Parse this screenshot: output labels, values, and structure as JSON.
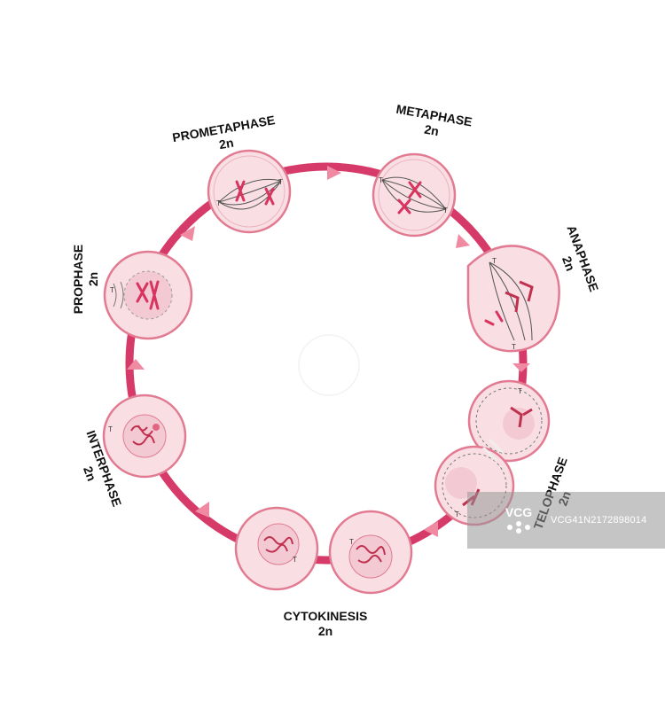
{
  "colors": {
    "ring": "#d63a68",
    "arrow": "#f08aa2",
    "cell_fill": "#f9dfe4",
    "cell_stroke": "#e27b92",
    "inner_fill": "#f3cad3",
    "chromosome": "#d8345f",
    "label": "#111111"
  },
  "stages": {
    "prometaphase": {
      "name": "PROMETAPHASE",
      "ploidy": "2n"
    },
    "metaphase": {
      "name": "METAPHASE",
      "ploidy": "2n"
    },
    "anaphase": {
      "name": "ANAPHASE",
      "ploidy": "2n"
    },
    "telophase": {
      "name": "TELOPHASE",
      "ploidy": "2n"
    },
    "cytokinesis": {
      "name": "CYTOKINESIS",
      "ploidy": "2n"
    },
    "interphase": {
      "name": "INTERPHASE",
      "ploidy": "2n"
    },
    "prophase": {
      "name": "PROPHASE",
      "ploidy": "2n"
    }
  },
  "watermark": {
    "logo": "VCG",
    "text": "VCG41N2172898014"
  }
}
